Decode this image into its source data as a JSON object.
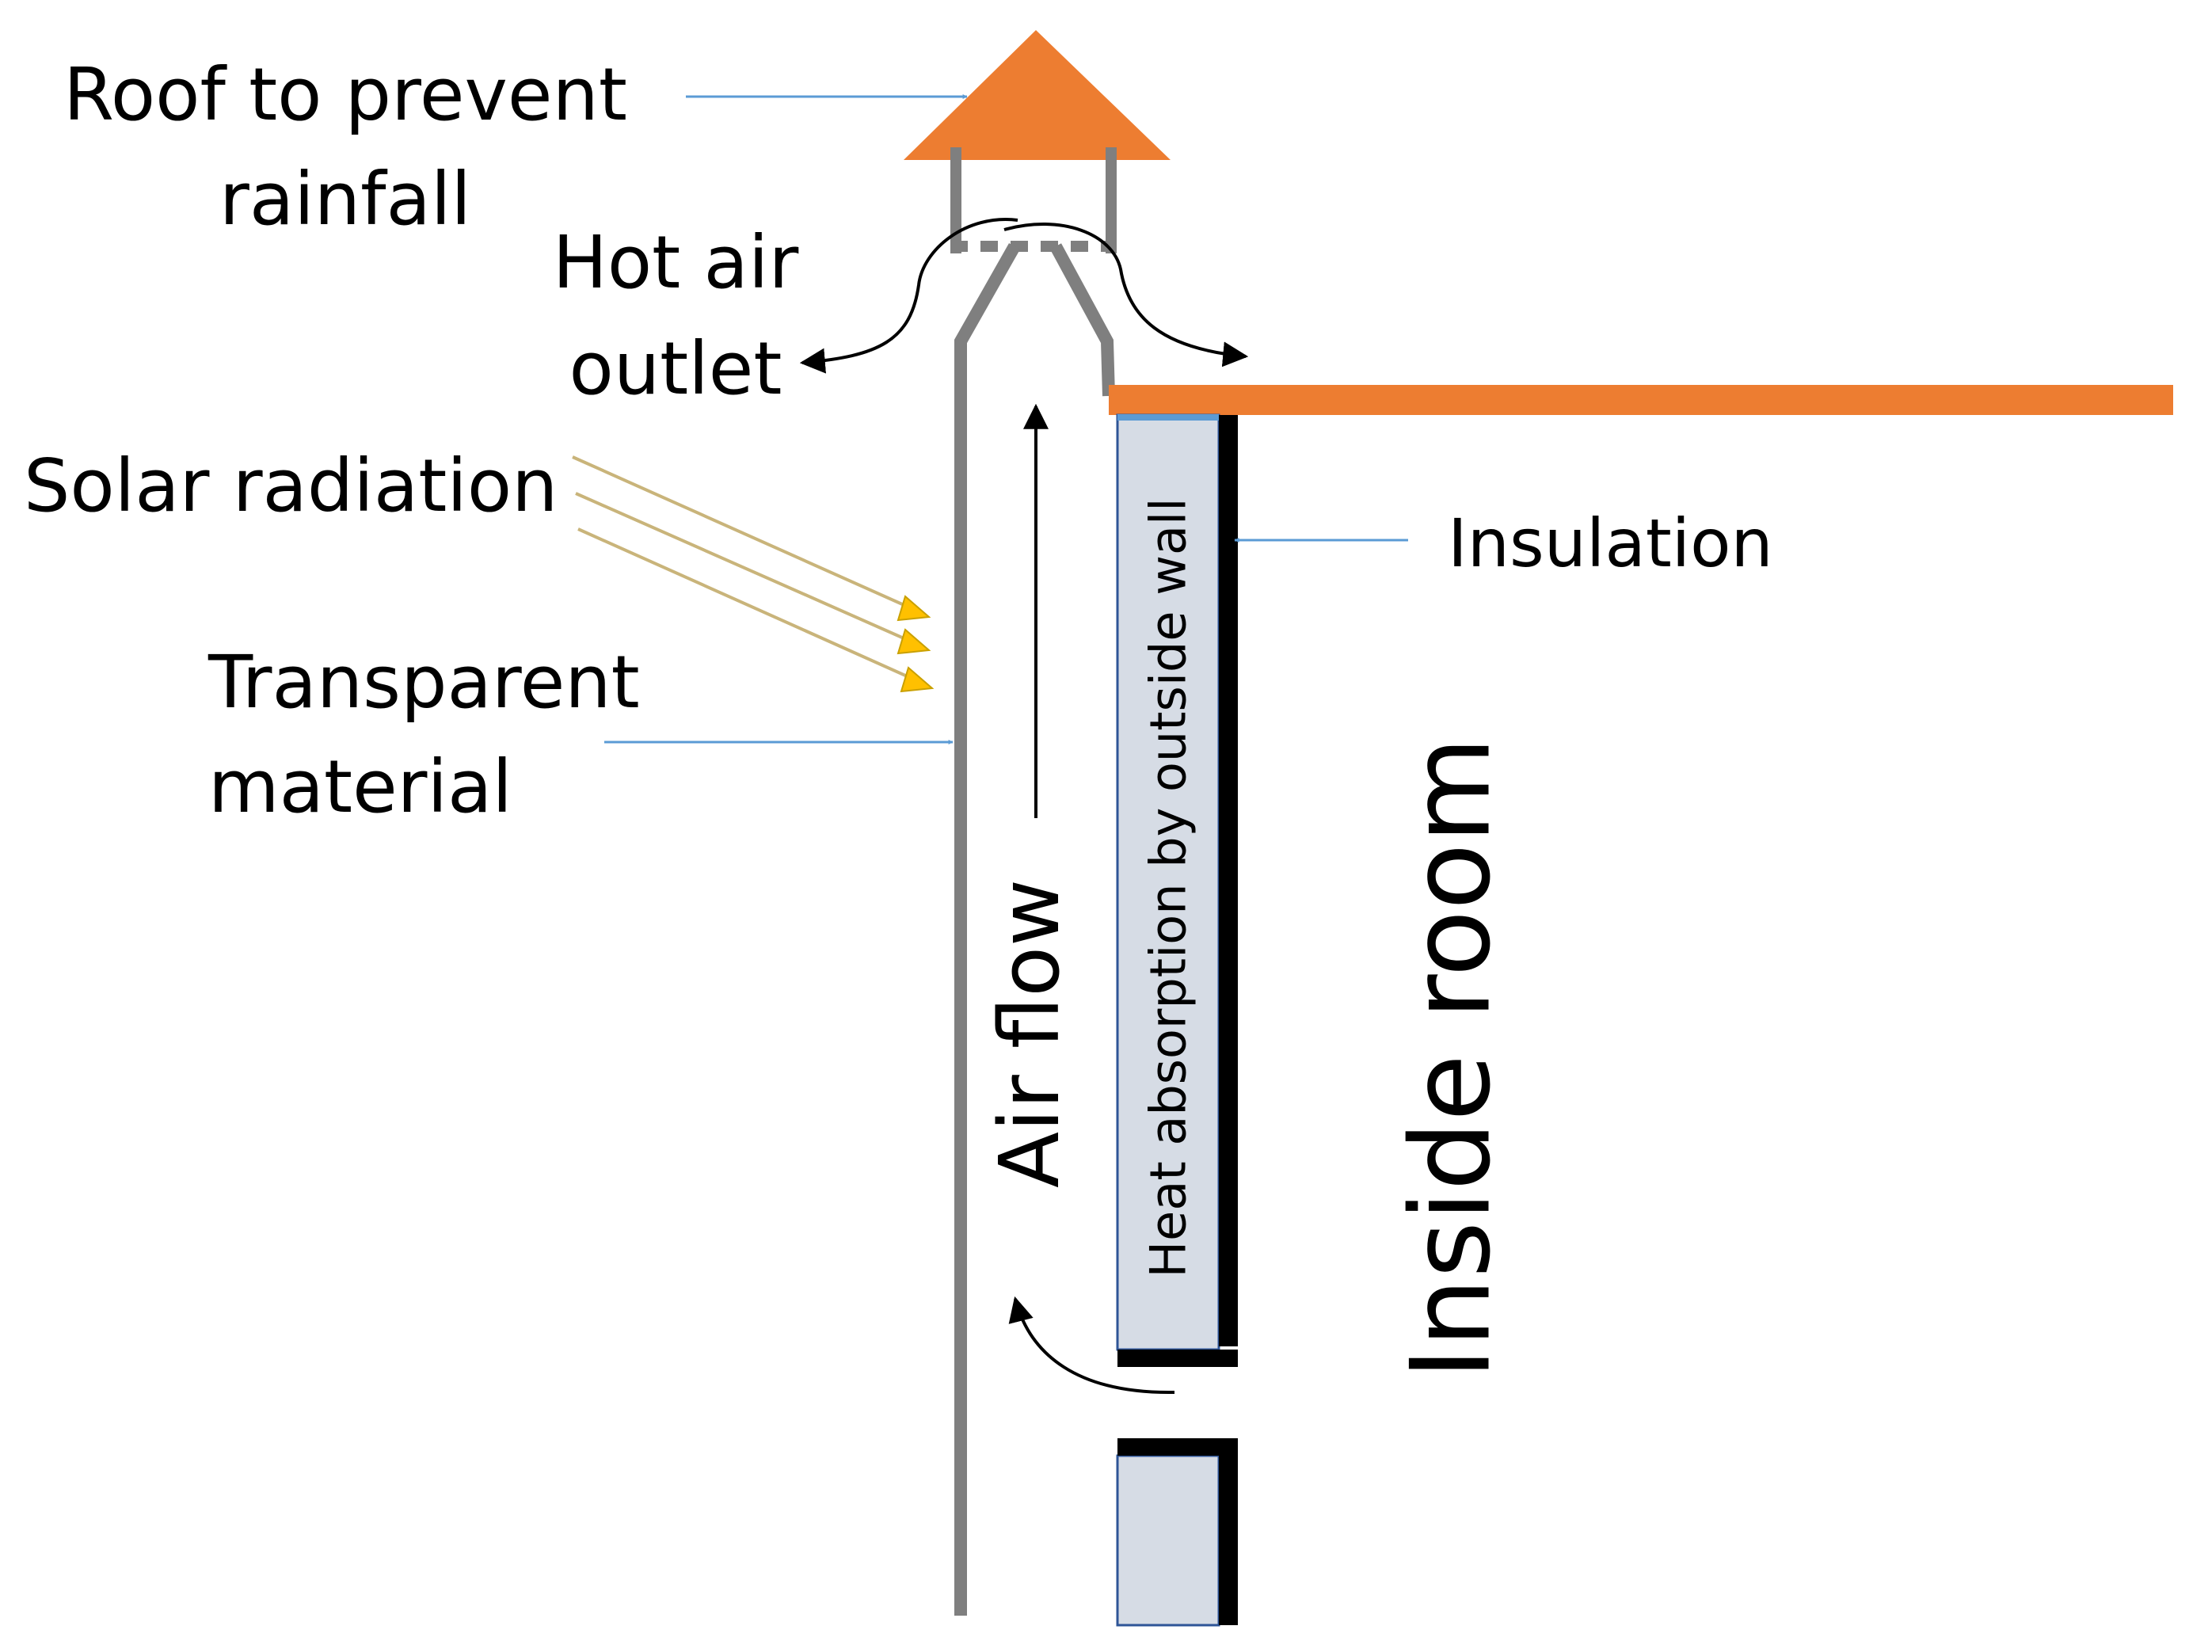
{
  "labels": {
    "roof_line1": "Roof to prevent",
    "roof_line2": "rainfall",
    "outlet_line1": "Hot air",
    "outlet_line2": "outlet",
    "solar": "Solar radiation",
    "transparent_line1": "Transparent",
    "transparent_line2": "material",
    "insulation": "Insulation",
    "air_flow": "Air flow",
    "heat_absorption": "Heat absorption by outside wall",
    "inside_room": "Inside room"
  },
  "colors": {
    "roof": "#ED7D31",
    "glazing": "#7F7F7F",
    "wall_fill": "#D6DCE5",
    "wall_edge": "#2E5597",
    "insulation": "#000000",
    "pointer": "#5B9BD5",
    "ray": "#C9B47A",
    "ray_head": "#FFC000",
    "text": "#000000"
  }
}
